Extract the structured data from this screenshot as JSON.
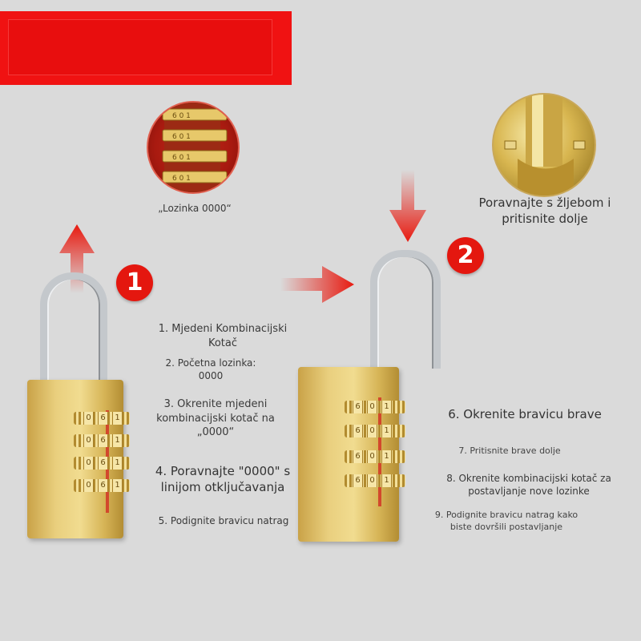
{
  "zoom_label_left": "„Lozinka 0000“",
  "zoom_label_right": "Poravnajte s žljebom i pritisnite dolje",
  "badges": {
    "step1": "1",
    "step2": "2"
  },
  "steps": {
    "s1": "1. Mjedeni Kombinacijski Kotač",
    "s2": "2. Početna lozinka: 0000",
    "s3": "3. Okrenite mjedeni kombinacijski kotač na „0000“",
    "s4": "4. Poravnajte \"0000\" s linijom otključavanja",
    "s5": "5. Podignite bravicu natrag",
    "s6": "6. Okrenite bravicu brave",
    "s7": "7. Pritisnite brave dolje",
    "s8": "8. Okrenite kombinacijski kotač za postavljanje nove lozinke",
    "s9": "9. Podignite bravicu natrag kako biste dovršili postavljanje"
  },
  "wheel_digits": [
    "0",
    "6",
    "1"
  ],
  "colors": {
    "banner": "#f01212",
    "accent_red": "#e4170f",
    "brass": "#d9b85a",
    "background": "#dadada"
  },
  "icons": [
    "arrow-up-icon",
    "arrow-right-icon",
    "arrow-down-icon"
  ]
}
